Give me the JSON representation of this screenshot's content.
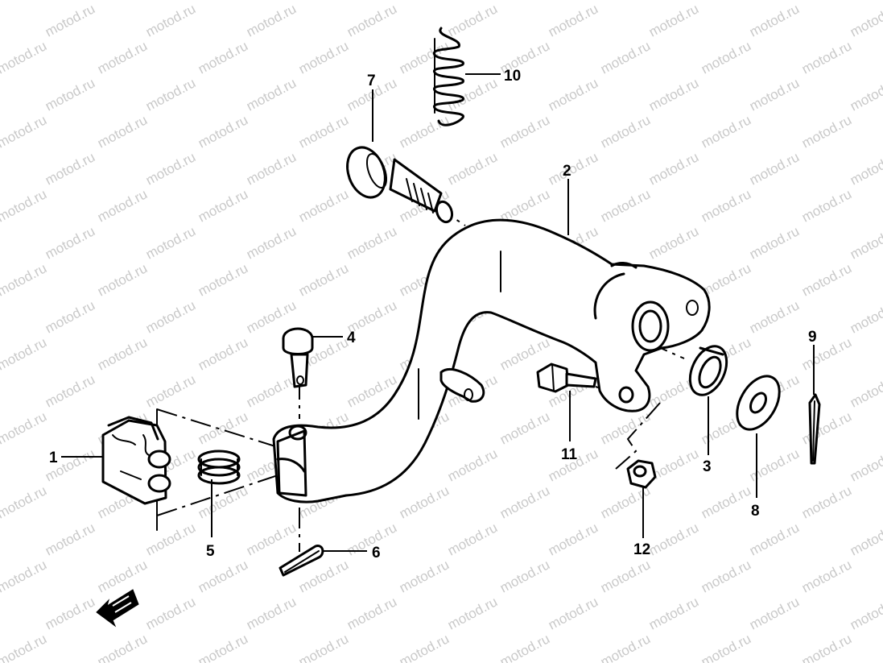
{
  "watermark": {
    "text": "motod.ru"
  },
  "callouts": [
    {
      "id": "1",
      "label": "1"
    },
    {
      "id": "2",
      "label": "2"
    },
    {
      "id": "3",
      "label": "3"
    },
    {
      "id": "4",
      "label": "4"
    },
    {
      "id": "5",
      "label": "5"
    },
    {
      "id": "6",
      "label": "6"
    },
    {
      "id": "7",
      "label": "7"
    },
    {
      "id": "8",
      "label": "8"
    },
    {
      "id": "9",
      "label": "9"
    },
    {
      "id": "10",
      "label": "10"
    },
    {
      "id": "11",
      "label": "11"
    },
    {
      "id": "12",
      "label": "12"
    }
  ],
  "parts": [
    {
      "callout": "1",
      "icon": "brake-rod-clevis-icon"
    },
    {
      "callout": "2",
      "icon": "brake-pedal-arm-icon"
    },
    {
      "callout": "3",
      "icon": "oil-seal-icon"
    },
    {
      "callout": "4",
      "icon": "clevis-pin-icon"
    },
    {
      "callout": "5",
      "icon": "coil-spring-icon"
    },
    {
      "callout": "6",
      "icon": "cotter-pin-icon"
    },
    {
      "callout": "7",
      "icon": "pivot-bolt-icon"
    },
    {
      "callout": "8",
      "icon": "washer-icon"
    },
    {
      "callout": "9",
      "icon": "cotter-pin-icon"
    },
    {
      "callout": "10",
      "icon": "return-spring-icon"
    },
    {
      "callout": "11",
      "icon": "hex-bolt-icon"
    },
    {
      "callout": "12",
      "icon": "hex-nut-icon"
    }
  ],
  "colors": {
    "line": "#000000",
    "background": "#ffffff",
    "watermark": "#c9c9c9"
  }
}
